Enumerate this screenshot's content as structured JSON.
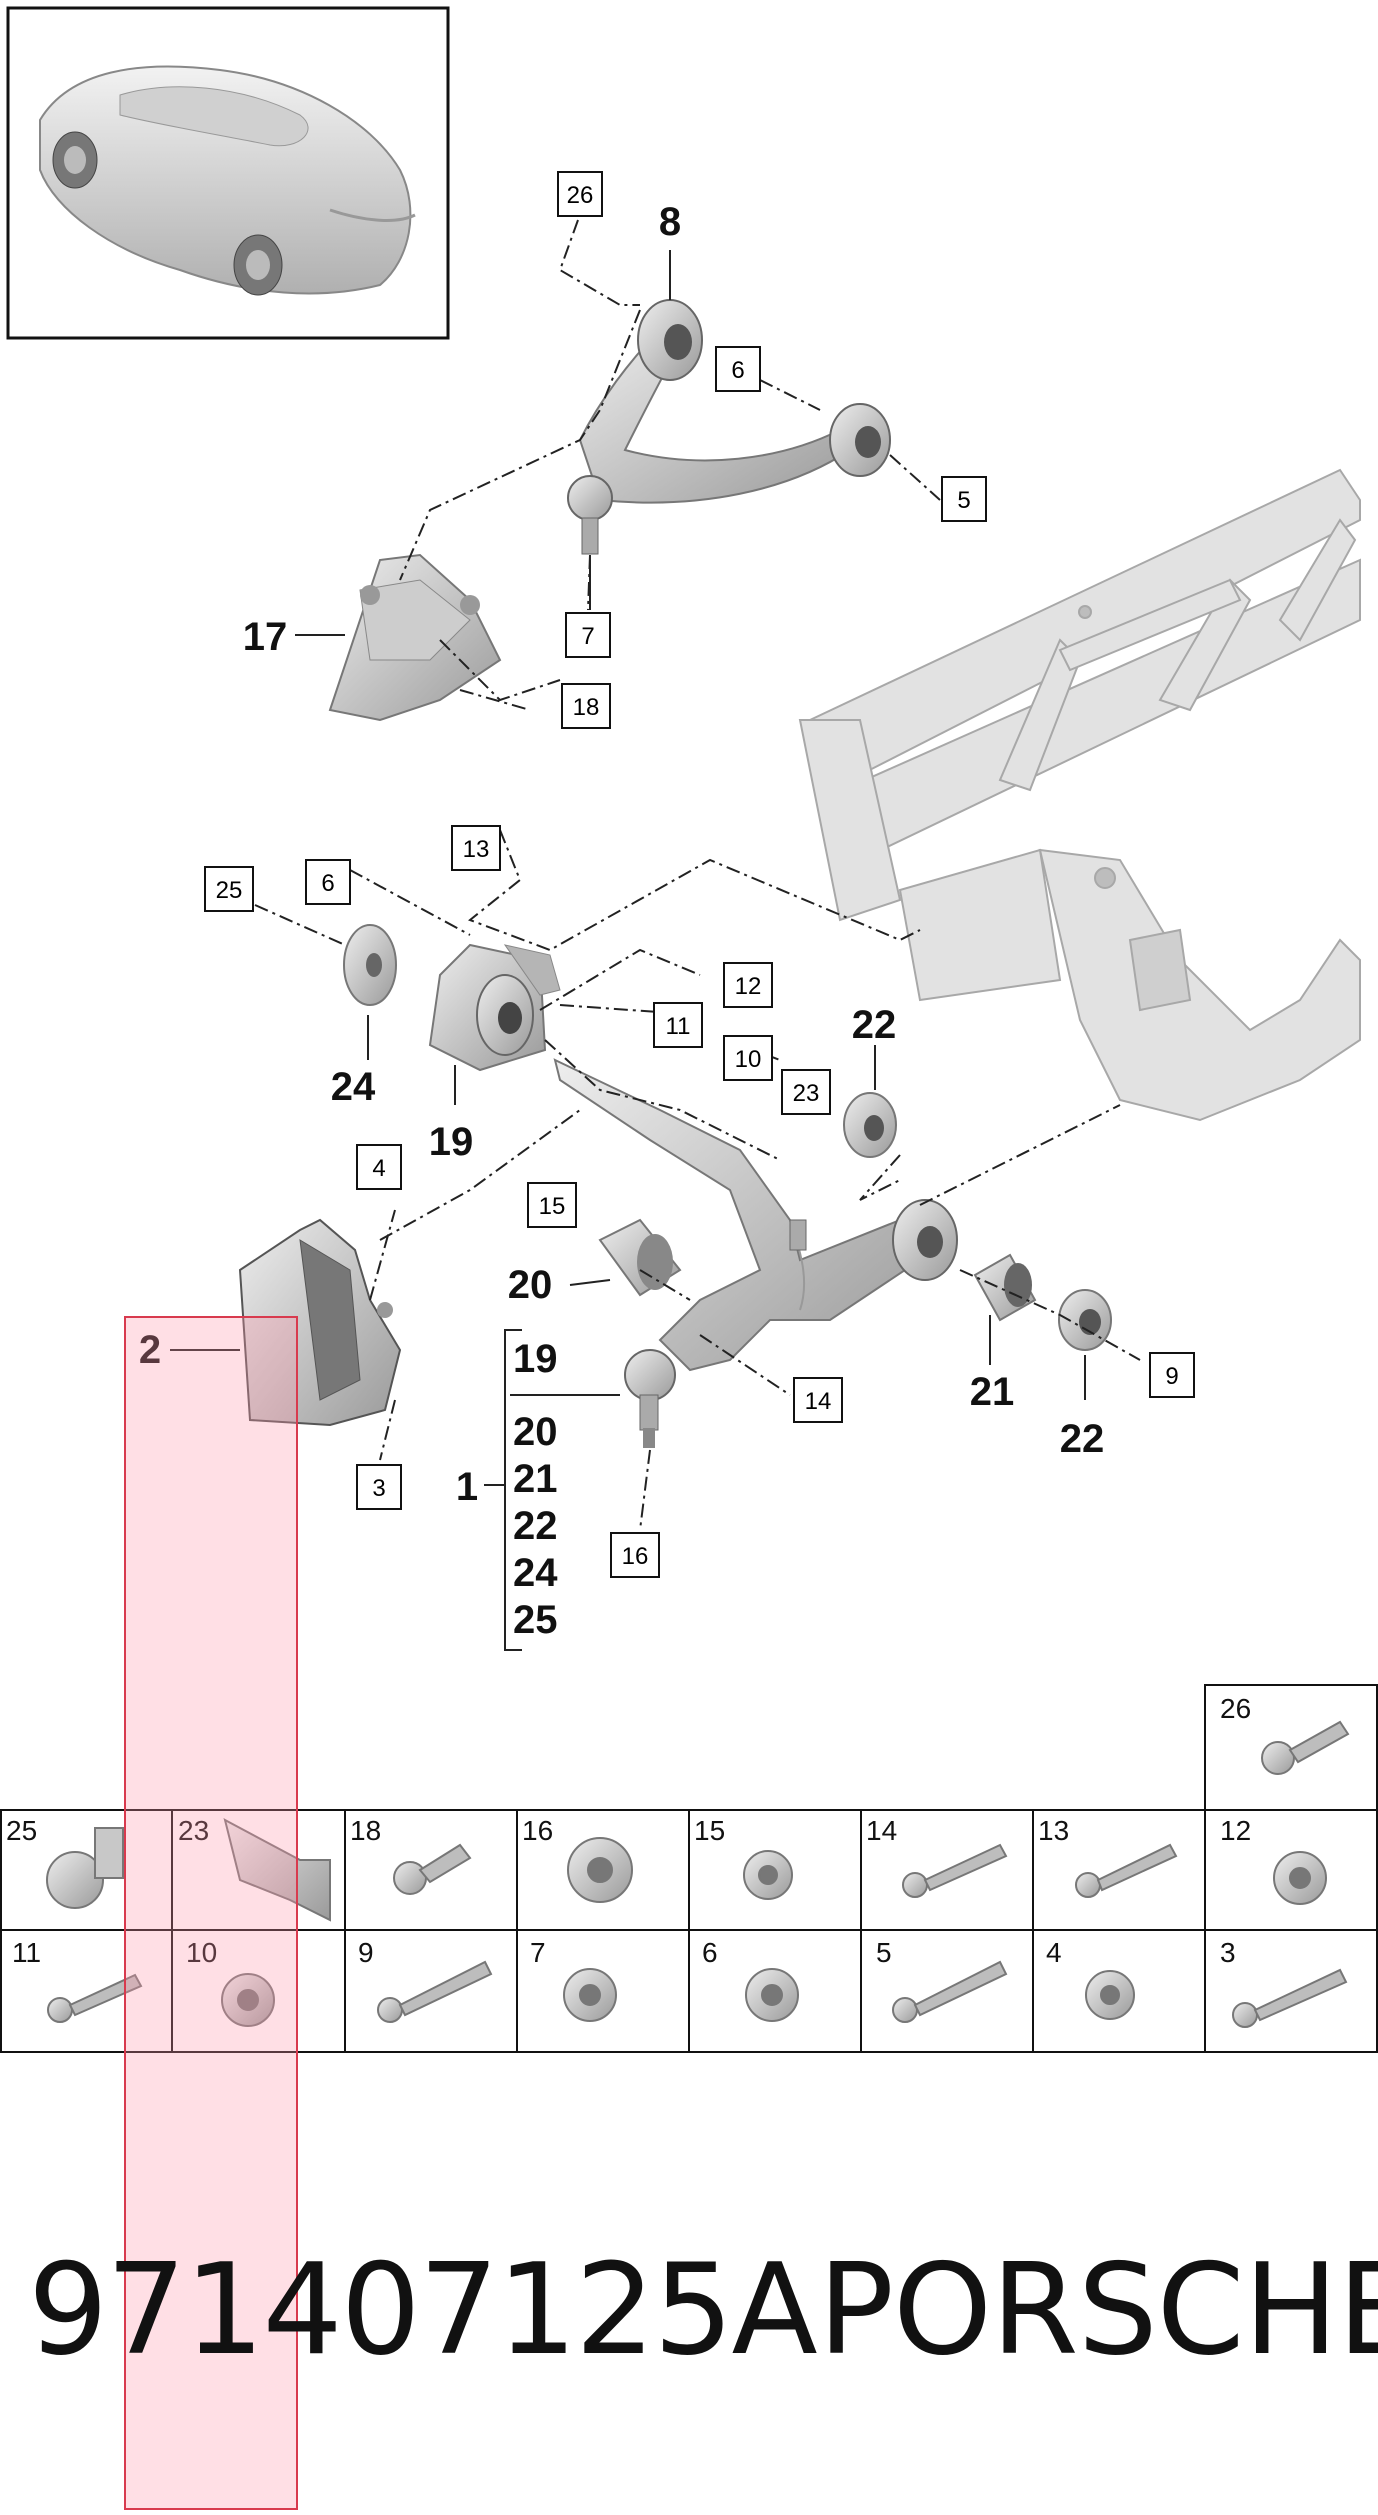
{
  "diagram": {
    "callouts_boxed": [
      "26",
      "6",
      "5",
      "7",
      "18",
      "13",
      "25",
      "6",
      "12",
      "11",
      "10",
      "23",
      "4",
      "15",
      "3",
      "14",
      "16",
      "9"
    ],
    "callouts_bold": [
      "8",
      "17",
      "22",
      "24",
      "19",
      "20",
      "21",
      "22",
      "2",
      "1"
    ],
    "group_1": {
      "label": "1",
      "members": [
        "19",
        "20",
        "21",
        "22",
        "24",
        "25"
      ]
    }
  },
  "parts_table": {
    "top_cell": "26",
    "row1": [
      "25",
      "23",
      "18",
      "16",
      "15",
      "14",
      "13",
      "12"
    ],
    "row2": [
      "11",
      "10",
      "9",
      "7",
      "6",
      "5",
      "4",
      "3"
    ]
  },
  "footer": {
    "part_number": "971407125A",
    "brand": "PORSCHE"
  },
  "colors": {
    "line": "#111111",
    "part_gray": "#c9c9c9",
    "frame_gray": "#dcdcdc",
    "highlight": "#ff96aa"
  }
}
